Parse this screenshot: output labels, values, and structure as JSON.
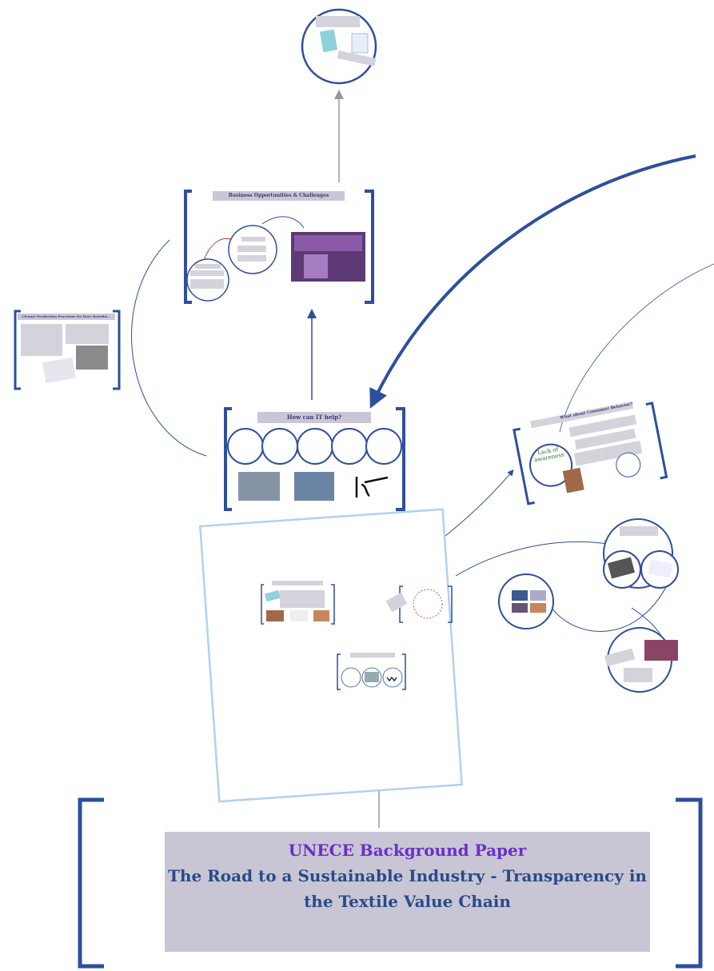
{
  "title_card": {
    "line1": "UNECE Background Paper",
    "line2": "The Road to a Sustainable Industry - Transparency in",
    "line3": "the Textile Value Chain"
  },
  "frames": {
    "business": {
      "title": "Business Opportunities & Challenges"
    },
    "it_help": {
      "title": "How can IT help?"
    },
    "consumer": {
      "title": "What about Consumer Behavior?",
      "circle_text": "Lack of awareness"
    },
    "cleaner": {
      "title": "Cleaner Production Processes Do Have Benefits..."
    }
  },
  "colors": {
    "accent_blue": "#2d4f9c",
    "title_purple": "#6a2fc9",
    "title_navy": "#2a4a8a",
    "title_bg": "#c8c6d4",
    "arrow_gray": "#999999"
  }
}
